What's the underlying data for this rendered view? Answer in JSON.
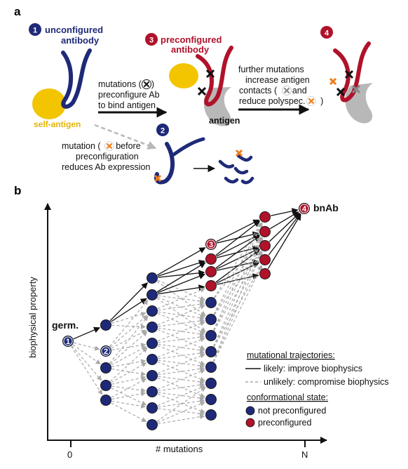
{
  "panel_a": {
    "letter": "a",
    "step1": {
      "num": "1",
      "title_l1": "unconfigured",
      "title_l2": "antibody",
      "self_antigen": "self-antigen"
    },
    "step3": {
      "num": "3",
      "title_l1": "preconfigured",
      "title_l2": "antibody",
      "antigen": "antigen"
    },
    "arrow_1_3": {
      "line1": "mutations (",
      "line1_end": ")",
      "line2": "preconfigure Ab",
      "line3": "to bind antigen"
    },
    "step2": {
      "num": "2",
      "line1": "mutation (",
      "line1_end": ") before",
      "line2": "preconfiguration",
      "line3": "reduces Ab expression"
    },
    "step4": {
      "num": "4"
    },
    "arrow_3_4": {
      "line1": "further mutations",
      "line2": "increase antigen",
      "line3": "contacts (",
      "line3_end": ") and",
      "line4": "reduce polyspec. (",
      "line4_end": ")"
    }
  },
  "panel_b": {
    "letter": "b",
    "xlabel": "# mutations",
    "ylabel": "biophysical property",
    "x_ticks": [
      "0",
      "N"
    ],
    "germ_label": "germ.",
    "bnab_label": "bnAb",
    "markers": {
      "m1": "1",
      "m2": "2",
      "m3": "3",
      "m4": "4"
    },
    "legend": {
      "traj_title": "mutational trajectories:",
      "likely": "likely: improve biophysics",
      "unlikely": "unlikely: compromise biophysics",
      "state_title": "conformational state:",
      "not_pre": "not preconfigured",
      "pre": "preconfigured"
    }
  },
  "colors": {
    "navy": "#1e2a78",
    "crimson": "#b0122a",
    "yellow": "#f2c500",
    "orange": "#f07d1a",
    "grey": "#b8b8b8",
    "dashed": "#a9a9a9"
  }
}
